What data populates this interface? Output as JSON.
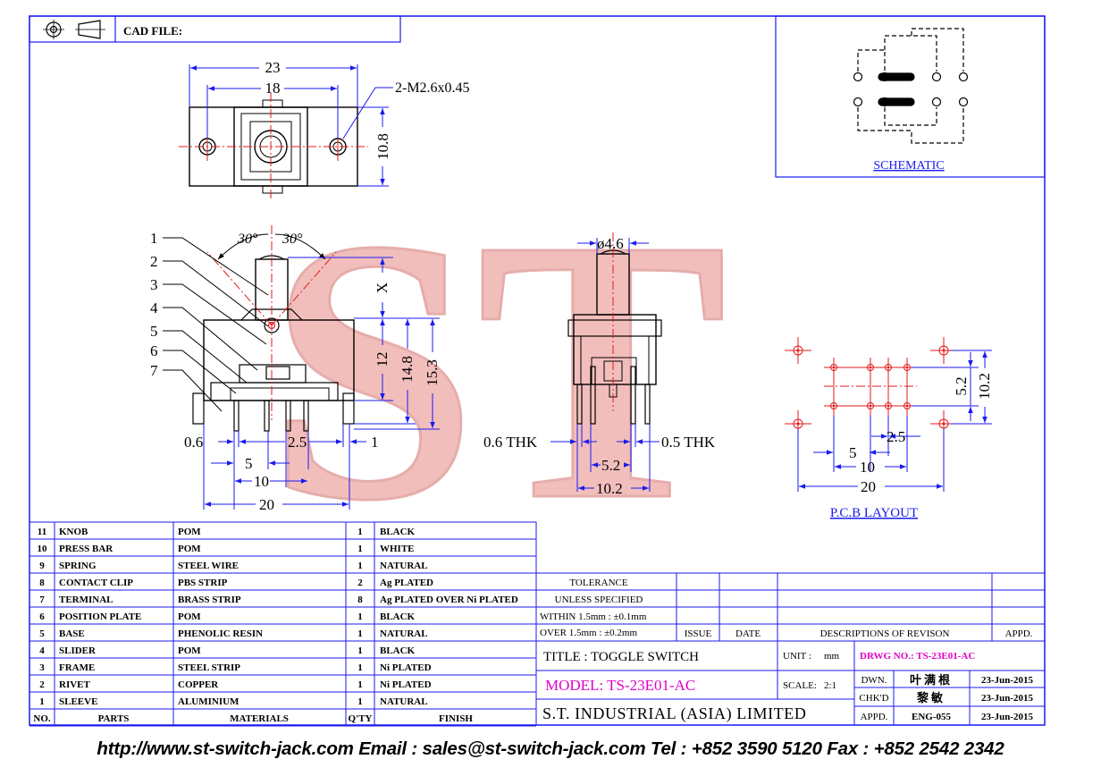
{
  "header": {
    "cad_file_label": "CAD FILE:"
  },
  "watermark": {
    "text": "ST",
    "color": "#e88a86"
  },
  "colors": {
    "frame_blue": "#1a1af0",
    "dim_blue": "#1a1af0",
    "center_red": "#e31a1a",
    "model_magenta": "#e000c8",
    "ink": "#000000"
  },
  "schematic": {
    "title": "SCHEMATIC"
  },
  "top_view": {
    "dim_overall": "23",
    "dim_holes": "18",
    "dim_height": "10.8",
    "thread_note": "2-M2.6x0.45"
  },
  "side_view": {
    "angle_left": "30°",
    "angle_right": "30°",
    "callouts": [
      "1",
      "2",
      "3",
      "4",
      "5",
      "6",
      "7"
    ],
    "dim_x": "X",
    "dim_12": "12",
    "dim_148": "14.8",
    "dim_153": "15.3",
    "dim_06": "0.6",
    "dim_25": "2.5",
    "dim_1": "1",
    "dim_5": "5",
    "dim_10": "10",
    "dim_20": "20"
  },
  "front_view": {
    "dim_dia": "ø4.6",
    "thk_left": "0.6  THK",
    "thk_right": "0.5  THK",
    "dim_52": "5.2",
    "dim_102": "10.2"
  },
  "pcb": {
    "dim_52": "5.2",
    "dim_102": "10.2",
    "dim_25": "2.5",
    "dim_5": "5",
    "dim_10": "10",
    "dim_20": "20",
    "title": "P.C.B  LAYOUT"
  },
  "bom": {
    "header": {
      "no": "NO.",
      "parts": "PARTS",
      "materials": "MATERIALS",
      "qty": "Q'TY",
      "finish": "FINISH"
    },
    "rows": [
      {
        "no": "11",
        "part": "KNOB",
        "material": "POM",
        "qty": "1",
        "finish": "BLACK"
      },
      {
        "no": "10",
        "part": "PRESS BAR",
        "material": "POM",
        "qty": "1",
        "finish": "WHITE"
      },
      {
        "no": "9",
        "part": "SPRING",
        "material": "STEEL WIRE",
        "qty": "1",
        "finish": "NATURAL"
      },
      {
        "no": "8",
        "part": "CONTACT CLIP",
        "material": "PBS STRIP",
        "qty": "2",
        "finish": "Ag PLATED"
      },
      {
        "no": "7",
        "part": "TERMINAL",
        "material": "BRASS STRIP",
        "qty": "8",
        "finish": "Ag PLATED OVER Ni PLATED"
      },
      {
        "no": "6",
        "part": "POSITION PLATE",
        "material": "POM",
        "qty": "1",
        "finish": "BLACK"
      },
      {
        "no": "5",
        "part": "BASE",
        "material": "PHENOLIC RESIN",
        "qty": "1",
        "finish": "NATURAL"
      },
      {
        "no": "4",
        "part": "SLIDER",
        "material": "POM",
        "qty": "1",
        "finish": "BLACK"
      },
      {
        "no": "3",
        "part": "FRAME",
        "material": "STEEL STRIP",
        "qty": "1",
        "finish": "Ni PLATED"
      },
      {
        "no": "2",
        "part": "RIVET",
        "material": "COPPER",
        "qty": "1",
        "finish": "Ni PLATED"
      },
      {
        "no": "1",
        "part": "SLEEVE",
        "material": "ALUMINIUM",
        "qty": "1",
        "finish": "NATURAL"
      }
    ]
  },
  "tolerance": {
    "title": "TOLERANCE",
    "subtitle": "UNLESS   SPECIFIED",
    "within": "WITHIN  1.5mm : ±0.1mm",
    "over": "OVER    1.5mm : ±0.2mm"
  },
  "revision": {
    "issue": "ISSUE",
    "date": "DATE",
    "description": "DESCRIPTIONS  OF  REVISON",
    "appd": "APPD."
  },
  "title_block": {
    "title": "TITLE : TOGGLE SWITCH",
    "model": "MODEL: TS-23E01-AC",
    "company": "S.T.  INDUSTRIAL  (ASIA)  LIMITED",
    "unit_label": "UNIT :",
    "unit_value": "mm",
    "scale_label": "SCALE:",
    "scale_value": "2:1",
    "drwg_no": "DRWG NO.: TS-23E01-AC",
    "dwn_label": "DWN.",
    "dwn_name": "叶满根",
    "dwn_date": "23-Jun-2015",
    "chk_label": "CHK'D",
    "chk_name": "黎敏",
    "chk_date": "23-Jun-2015",
    "appd_label": "APPD.",
    "appd_name": "ENG-055",
    "appd_date": "23-Jun-2015"
  },
  "footer": {
    "text": "http://www.st-switch-jack.com  Email : sales@st-switch-jack.com  Tel : +852 3590 5120  Fax : +852 2542 2342"
  }
}
